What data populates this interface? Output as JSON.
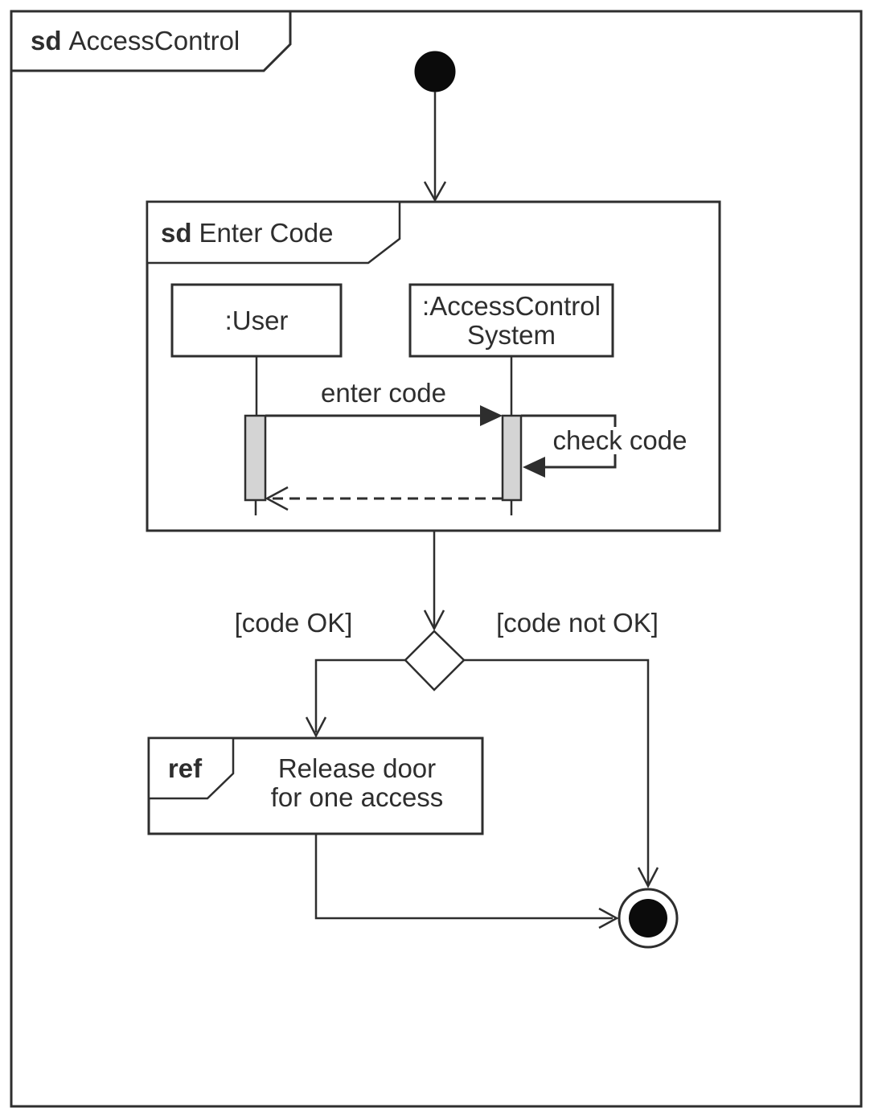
{
  "diagram": {
    "kind": "uml-interaction-overview-with-sequence",
    "outer_frame": {
      "keyword": "sd",
      "title": "AccessControl"
    },
    "inner_frame": {
      "keyword": "sd",
      "title": "Enter Code",
      "lifelines": [
        {
          "name": ":User",
          "lines": [
            ":User"
          ]
        },
        {
          "name": ":AccessControlSystem",
          "lines": [
            ":AccessControl",
            "System"
          ]
        }
      ],
      "messages": [
        {
          "label": "enter code",
          "from": ":User",
          "to": ":AccessControlSystem",
          "type": "sync-solid-filled-arrow"
        },
        {
          "label": "check code",
          "from": ":AccessControlSystem",
          "to": ":AccessControlSystem",
          "type": "self-message"
        },
        {
          "label": "",
          "from": ":AccessControlSystem",
          "to": ":User",
          "type": "reply-dashed-open-arrow"
        }
      ]
    },
    "decision": {
      "guard_left": "[code OK]",
      "guard_right": "[code not OK]"
    },
    "ref_fragment": {
      "keyword": "ref",
      "lines": [
        "Release door",
        "for one access"
      ]
    },
    "nodes": {
      "initial": "initial-node",
      "final": "activity-final-node"
    },
    "colors": {
      "stroke": "#2e2e2e",
      "activation_fill": "#d4d4d4",
      "node_fill": "#0b0b0b",
      "background": "#ffffff"
    }
  }
}
